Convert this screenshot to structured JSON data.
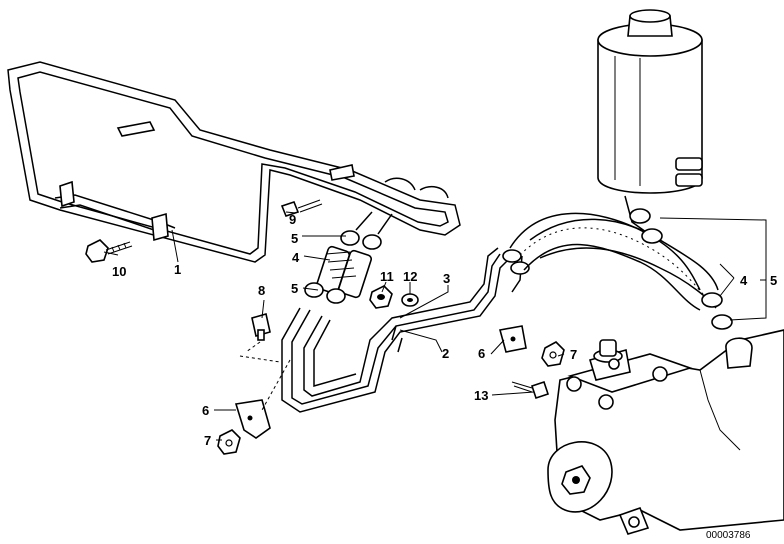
{
  "diagram": {
    "reference_number": "00003786",
    "callouts": [
      {
        "id": "c1",
        "text": "1"
      },
      {
        "id": "c2",
        "text": "2"
      },
      {
        "id": "c3",
        "text": "3"
      },
      {
        "id": "c4a",
        "text": "4"
      },
      {
        "id": "c4b",
        "text": "4"
      },
      {
        "id": "c5a",
        "text": "5"
      },
      {
        "id": "c5b",
        "text": "5"
      },
      {
        "id": "c5c",
        "text": "5"
      },
      {
        "id": "c6a",
        "text": "6"
      },
      {
        "id": "c6b",
        "text": "6"
      },
      {
        "id": "c7a",
        "text": "7"
      },
      {
        "id": "c7b",
        "text": "7"
      },
      {
        "id": "c8",
        "text": "8"
      },
      {
        "id": "c9",
        "text": "9"
      },
      {
        "id": "c10",
        "text": "10"
      },
      {
        "id": "c11",
        "text": "11"
      },
      {
        "id": "c12",
        "text": "12"
      },
      {
        "id": "c13",
        "text": "13"
      }
    ]
  }
}
